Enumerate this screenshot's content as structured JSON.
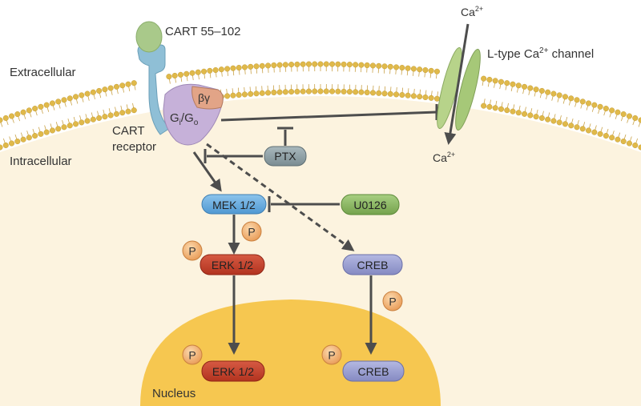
{
  "labels": {
    "ligand": "CART 55–102",
    "extracellular": "Extracellular",
    "intracellular": "Intracellular",
    "receptor_line1": "CART",
    "receptor_line2": "receptor",
    "beta_gamma": "βγ",
    "gi_go": "Gi/Go",
    "g_i": "G",
    "sub_i": "i",
    "slash": "/",
    "g_o": "G",
    "sub_o": "o",
    "ptx": "PTX",
    "mek": "MEK 1/2",
    "u0126": "U0126",
    "erk_cyto": "ERK 1/2",
    "erk_nuc": "ERK 1/2",
    "creb_cyto": "CREB",
    "creb_nuc": "CREB",
    "p": "P",
    "nucleus": "Nucleus",
    "channel_prefix": "L-type Ca",
    "channel_sup": "2+",
    "channel_suffix": " channel",
    "ca": "Ca",
    "ca_sup": "2+"
  },
  "colors": {
    "cytoplasm": "#fcf3df",
    "membrane_bead": "#e0b94a",
    "membrane_tail": "#caa34a",
    "ligand": "#a9c98a",
    "receptor": "#8fbfd6",
    "g_protein": "#c6b1d9",
    "beta_gamma": "#e2a487",
    "ptx": "#8fa0a6",
    "mek": "#6aaee0",
    "u0126": "#8bb864",
    "erk": "#c5412d",
    "creb": "#9a9ed0",
    "phospho": "#f3b77f",
    "nucleus": "#f6c750",
    "channel": "#b7d38a",
    "arrow": "#4d4d4d"
  }
}
